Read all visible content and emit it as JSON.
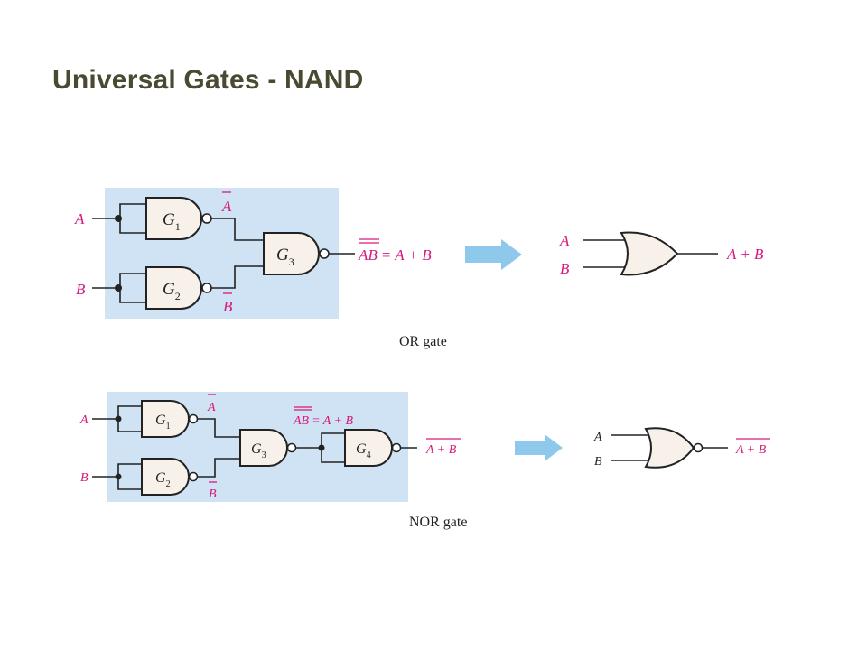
{
  "title": "Universal Gates - NAND",
  "or_section": {
    "input_a": "A",
    "input_b": "B",
    "gate1": {
      "letter": "G",
      "sub": "1"
    },
    "gate2": {
      "letter": "G",
      "sub": "2"
    },
    "gate3": {
      "letter": "G",
      "sub": "3"
    },
    "a_bar": "A",
    "b_bar": "B",
    "expr_ab": "AB",
    "expr_rest": "= A + B",
    "result_a": "A",
    "result_b": "B",
    "result_out": "A + B",
    "caption": "OR gate"
  },
  "nor_section": {
    "input_a": "A",
    "input_b": "B",
    "gate1": {
      "letter": "G",
      "sub": "1"
    },
    "gate2": {
      "letter": "G",
      "sub": "2"
    },
    "gate3": {
      "letter": "G",
      "sub": "3"
    },
    "gate4": {
      "letter": "G",
      "sub": "4"
    },
    "a_bar": "A",
    "b_bar": "B",
    "expr_ab": "AB",
    "expr_rest": "= A + B",
    "out_label": "A + B",
    "result_a": "A",
    "result_b": "B",
    "result_out": "A + B",
    "caption": "NOR gate"
  },
  "colors": {
    "panel": "#cfe3f5",
    "label": "#d6197d",
    "arrow": "#8ec8ea",
    "gate_fill": "#f7f1ea"
  }
}
